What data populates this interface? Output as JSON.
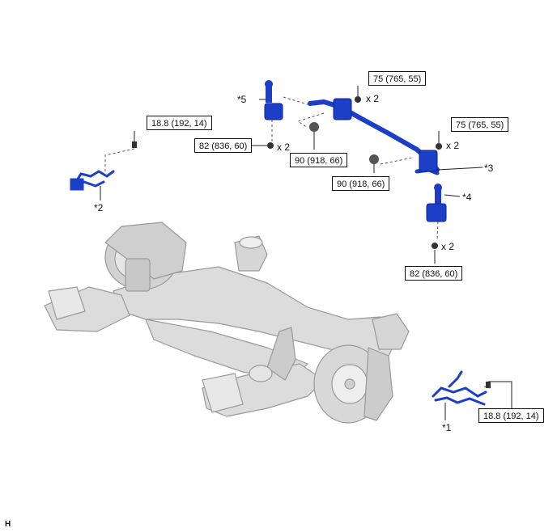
{
  "colors": {
    "part_blue": "#1d3fc8",
    "part_dark": "#0e2687",
    "frame_grey": "#d9d9d9",
    "frame_edge": "#9a9a9a",
    "line": "#222222"
  },
  "torques": {
    "t1": "75 (765, 55)",
    "t2": "75 (765, 55)",
    "t3": "82 (836, 60)",
    "t4": "90 (918, 66)",
    "t5": "90 (918, 66)",
    "t6": "82 (836, 60)",
    "t7": "18.8 (192, 14)",
    "t8": "18.8 (192, 14)"
  },
  "quantities": {
    "q1": "x 2",
    "q2": "x 2",
    "q3": "x 2",
    "q4": "x 2"
  },
  "callouts": {
    "c1": "*1",
    "c2": "*2",
    "c3": "*3",
    "c4": "*4",
    "c5": "*5"
  },
  "corner_mark": "H"
}
